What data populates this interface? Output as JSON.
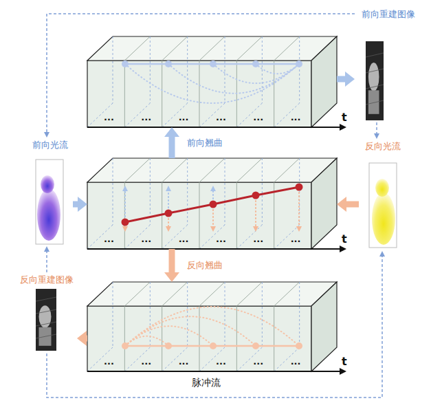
{
  "diagram": {
    "nodes": [
      {
        "text": [
          "...",
          "...",
          "...",
          "...",
          "...",
          "..."
        ]
      },
      {
        "text": [
          "...",
          "...",
          "...",
          "...",
          "...",
          "..."
        ]
      },
      {
        "text": [
          "...",
          "...",
          "...",
          "...",
          "...",
          "..."
        ]
      },
      {
        "text": [
          "前向光流"
        ]
      },
      {
        "text": [
          "反向光流"
        ]
      },
      {
        "text": [
          "前向重建图像"
        ]
      },
      {
        "text": [
          "反向重建图像"
        ]
      }
    ],
    "edges": [
      {
        "from": 3,
        "to": 1,
        "arrow": "to"
      },
      {
        "from": 4,
        "to": 1,
        "arrow": "to"
      },
      {
        "from": 1,
        "to": 0,
        "label": "前向翘曲",
        "arrow": "to"
      },
      {
        "from": 1,
        "to": 2,
        "label": "反向翘曲",
        "arrow": "to"
      },
      {
        "from": 0,
        "to": 5,
        "arrow": "to"
      },
      {
        "from": 2,
        "to": 6,
        "arrow": "to"
      },
      {
        "from": 5,
        "to": 3,
        "arrow": "to"
      },
      {
        "from": 5,
        "to": 4,
        "arrow": "to"
      },
      {
        "from": 6,
        "to": 4,
        "arrow": "to"
      },
      {
        "from": 6,
        "to": 3,
        "arrow": "to"
      }
    ],
    "labels": [
      "t",
      "t",
      "t",
      "脉冲流"
    ]
  }
}
